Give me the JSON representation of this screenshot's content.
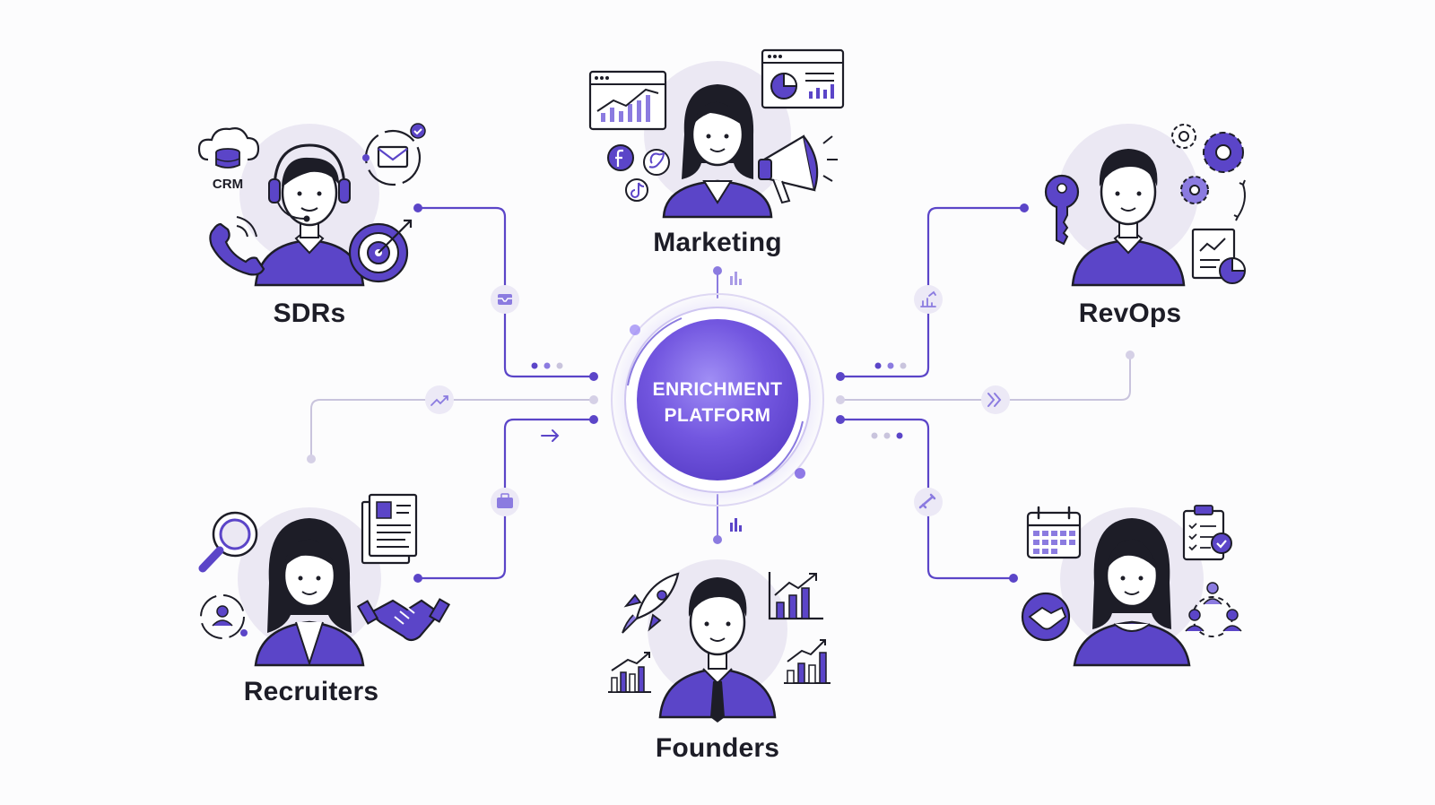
{
  "hub": {
    "line1": "ENRICHMENT",
    "line2": "PLATFORM"
  },
  "personas": [
    {
      "id": "sdrs",
      "label": "SDRs"
    },
    {
      "id": "marketing",
      "label": "Marketing"
    },
    {
      "id": "revops",
      "label": "RevOps"
    },
    {
      "id": "recruiters",
      "label": "Recruiters"
    },
    {
      "id": "founders",
      "label": "Founders"
    },
    {
      "id": "unlabeled",
      "label": ""
    }
  ],
  "icon_texts": {
    "crm": "CRM"
  },
  "colors": {
    "primary": "#5b45c8",
    "primary_light": "#8b7be0",
    "halo": "#ebe8f3",
    "line_muted": "#c9c4dd",
    "text": "#1d1d27"
  }
}
